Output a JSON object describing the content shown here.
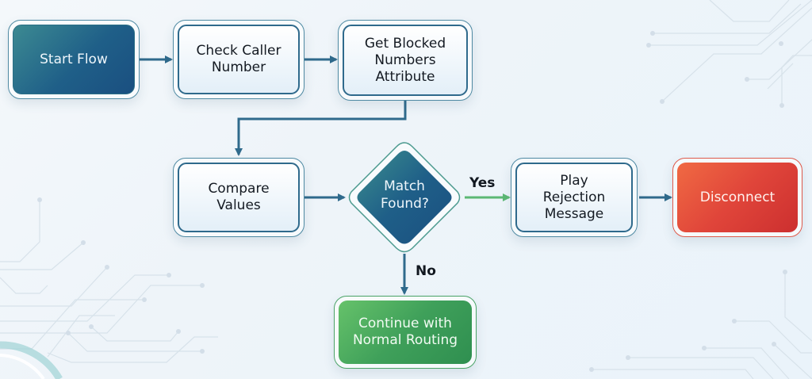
{
  "diagram": {
    "nodes": {
      "start": {
        "label": "Start Flow",
        "style": "primary"
      },
      "check_caller": {
        "label": "Check Caller Number"
      },
      "get_blocked": {
        "label": "Get Blocked Numbers Attribute"
      },
      "compare": {
        "label": "Compare Values"
      },
      "decision": {
        "label": "Match Found?",
        "type": "decision"
      },
      "play_rejection": {
        "label": "Play Rejection Message"
      },
      "disconnect": {
        "label": "Disconnect",
        "style": "danger"
      },
      "continue_routing": {
        "label": "Continue with Normal Routing",
        "style": "success"
      }
    },
    "edges": [
      {
        "from": "start",
        "to": "check_caller",
        "label": ""
      },
      {
        "from": "check_caller",
        "to": "get_blocked",
        "label": ""
      },
      {
        "from": "get_blocked",
        "to": "compare",
        "label": ""
      },
      {
        "from": "compare",
        "to": "decision",
        "label": ""
      },
      {
        "from": "decision",
        "to": "play_rejection",
        "label": "Yes"
      },
      {
        "from": "play_rejection",
        "to": "disconnect",
        "label": ""
      },
      {
        "from": "decision",
        "to": "continue_routing",
        "label": "No"
      }
    ],
    "edge_labels": {
      "yes": "Yes",
      "no": "No"
    },
    "colors": {
      "primary": "#1f5f88",
      "success": "#3fa05a",
      "danger": "#e0453a",
      "connector": "#2f6a8c",
      "yes_connector": "#5cb874"
    }
  }
}
